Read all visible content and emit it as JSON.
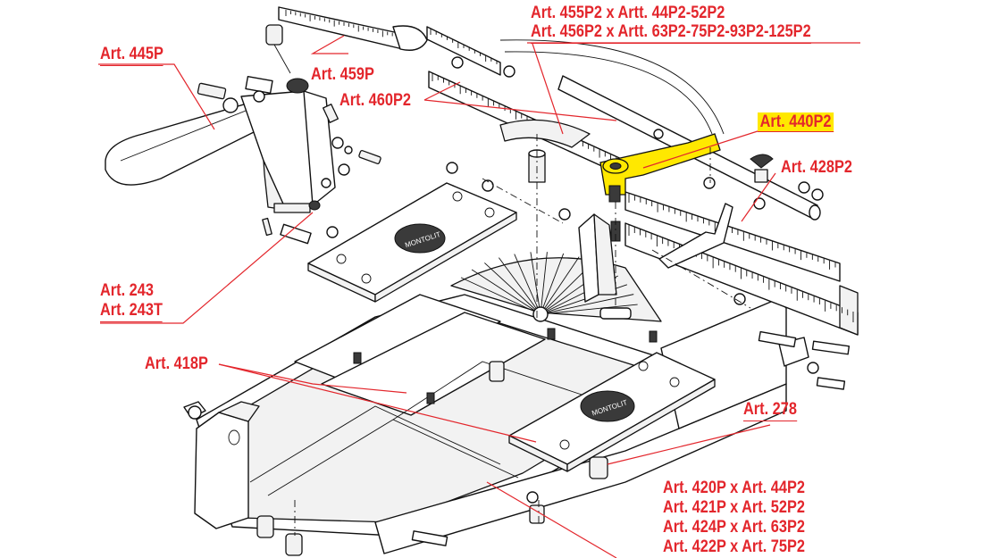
{
  "labels": {
    "art_455p2": "Art. 455P2 x Artt. 44P2-52P2",
    "art_456p2": "Art. 456P2 x Artt. 63P2-75P2-93P2-125P2",
    "art_445p": "Art. 445P",
    "art_459p": "Art. 459P",
    "art_460p2": "Art. 460P2",
    "art_440p2": "Art. 440P2",
    "art_428p2": "Art. 428P2",
    "art_243": "Art. 243",
    "art_243t": "Art. 243T",
    "art_418p": "Art. 418P",
    "art_278": "Art. 278",
    "compat": [
      "Art. 420P x Art. 44P2",
      "Art. 421P x Art. 52P2",
      "Art. 424P x Art. 63P2",
      "Art. 422P x Art. 75P2"
    ]
  },
  "plate_logo": "MONTOLIT",
  "colors": {
    "label_red": "#e3262c",
    "highlight_yellow": "#ffe800",
    "line_black": "#111111",
    "background": "#ffffff"
  },
  "highlighted_part": "Art. 440P2"
}
